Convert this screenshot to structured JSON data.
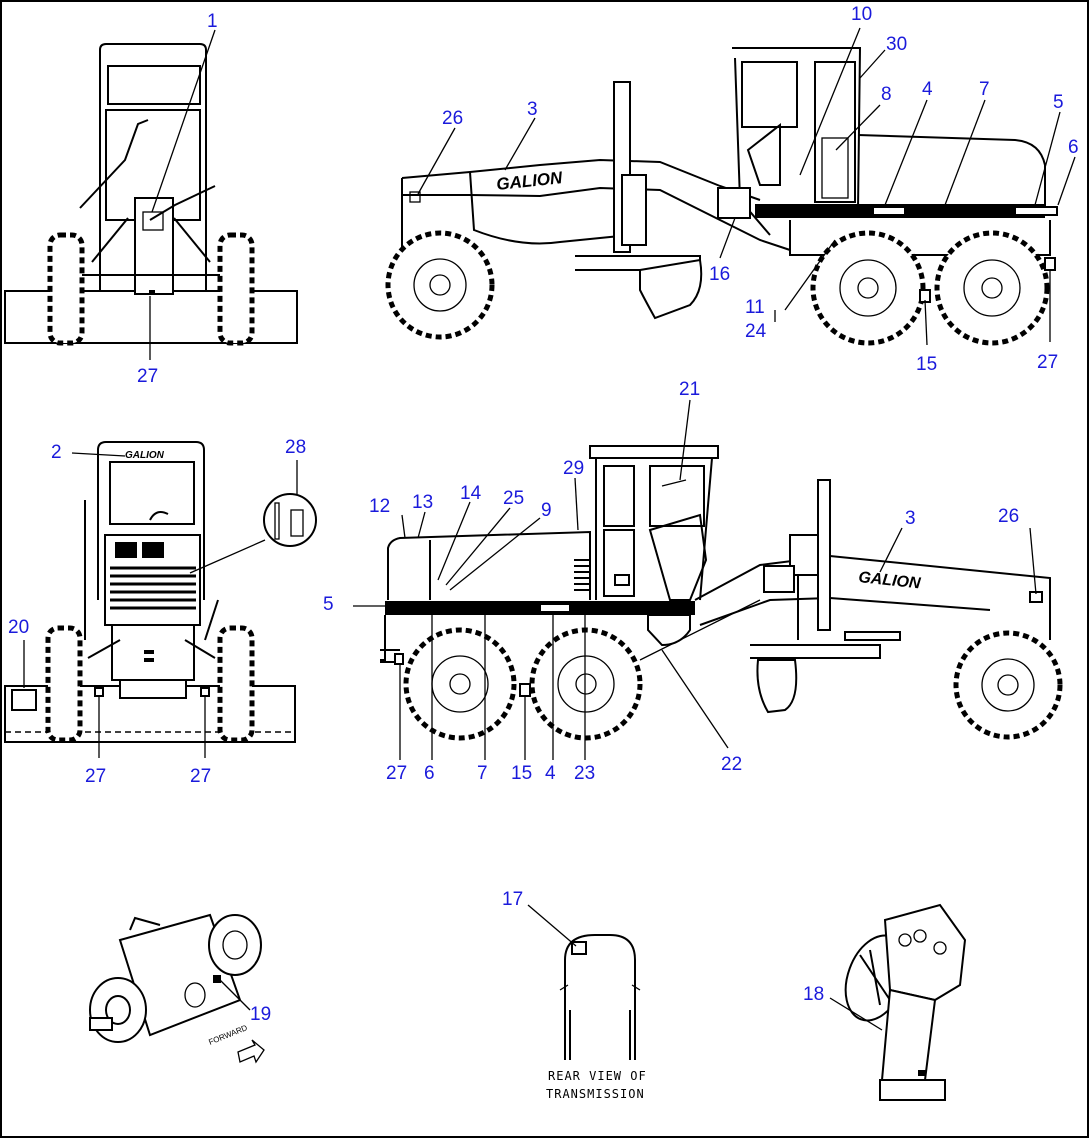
{
  "figure": {
    "border_color": "#000000",
    "callout_color": "#1a1adb",
    "line_color": "#000000"
  },
  "brand": {
    "side_upper": "GALION",
    "side_lower": "GALION",
    "front_cab": "GALION"
  },
  "transmission_caption": {
    "line1": "REAR VIEW OF",
    "line2": "TRANSMISSION"
  },
  "forward_arrow_label": "FORWARD",
  "callouts": {
    "front_view": [
      "1",
      "27"
    ],
    "side_view_left": [
      "10",
      "30",
      "26",
      "3",
      "8",
      "4",
      "7",
      "5",
      "6",
      "16",
      "11",
      "24",
      "15",
      "27"
    ],
    "rear_view": [
      "2",
      "28",
      "20",
      "27",
      "27"
    ],
    "side_view_right": [
      "12",
      "13",
      "14",
      "25",
      "9",
      "29",
      "21",
      "3",
      "26",
      "5",
      "27",
      "6",
      "7",
      "15",
      "4",
      "23",
      "22"
    ],
    "components": [
      "19",
      "17",
      "18"
    ]
  }
}
